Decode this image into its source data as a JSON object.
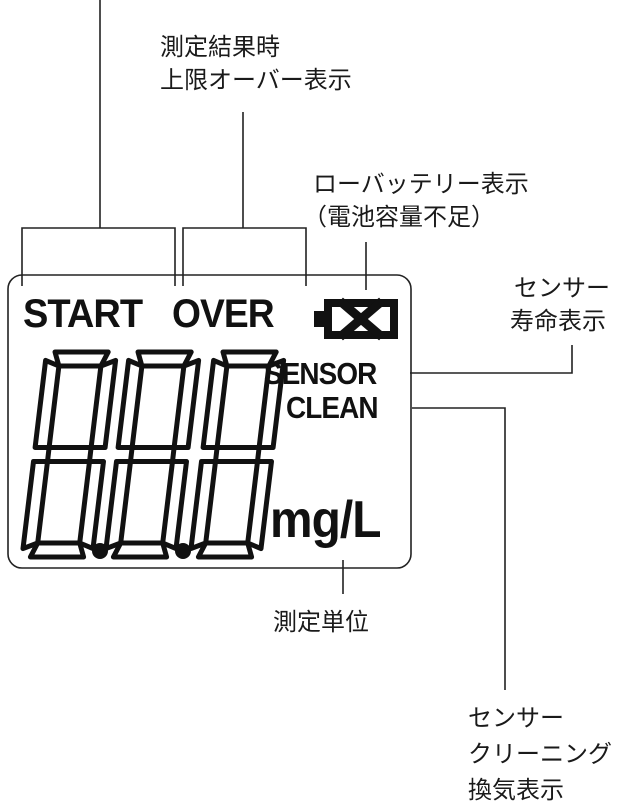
{
  "labels": {
    "over_limit": [
      "測定結果時",
      "上限オーバー表示"
    ],
    "low_battery": [
      "ローバッテリー表示",
      "（電池容量不足）"
    ],
    "sensor_life": [
      "センサー",
      "寿命表示"
    ],
    "unit_label": [
      "測定単位"
    ],
    "sensor_clean": [
      "センサー",
      "クリーニング",
      "換気表示"
    ]
  },
  "lcd": {
    "start": "START",
    "over": "OVER",
    "sensor": "SENSOR",
    "clean": "CLEAN",
    "unit": "mg/L",
    "digits": "8.8.8"
  },
  "icons": {
    "battery": "battery-crossed-icon"
  },
  "colors": {
    "ink": "#111111",
    "background": "#ffffff"
  }
}
